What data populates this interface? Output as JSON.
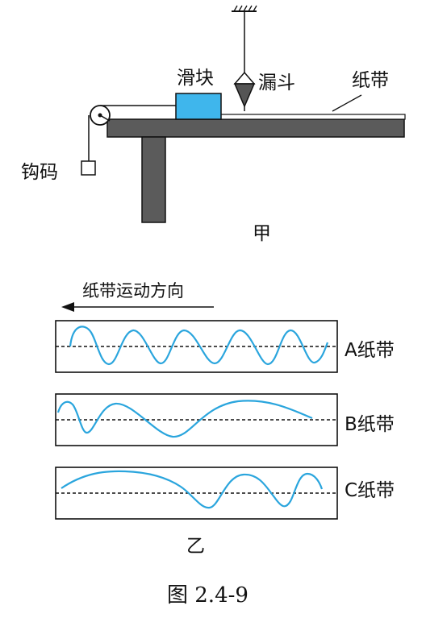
{
  "figure_a": {
    "label_slider": "滑块",
    "label_funnel": "漏斗",
    "label_tape": "纸带",
    "label_hook_weight": "钩码",
    "sub_caption": "甲"
  },
  "figure_b": {
    "direction_label": "纸带运动方向",
    "strips": [
      {
        "label": "A纸带"
      },
      {
        "label": "B纸带"
      },
      {
        "label": "C纸带"
      }
    ],
    "sub_caption": "乙"
  },
  "figure_caption": "图 2.4-9",
  "colors": {
    "slider_fill": "#3fb6ec",
    "wave": "#2aa5dd",
    "table": "#5b5b5b",
    "ink": "#111111"
  }
}
